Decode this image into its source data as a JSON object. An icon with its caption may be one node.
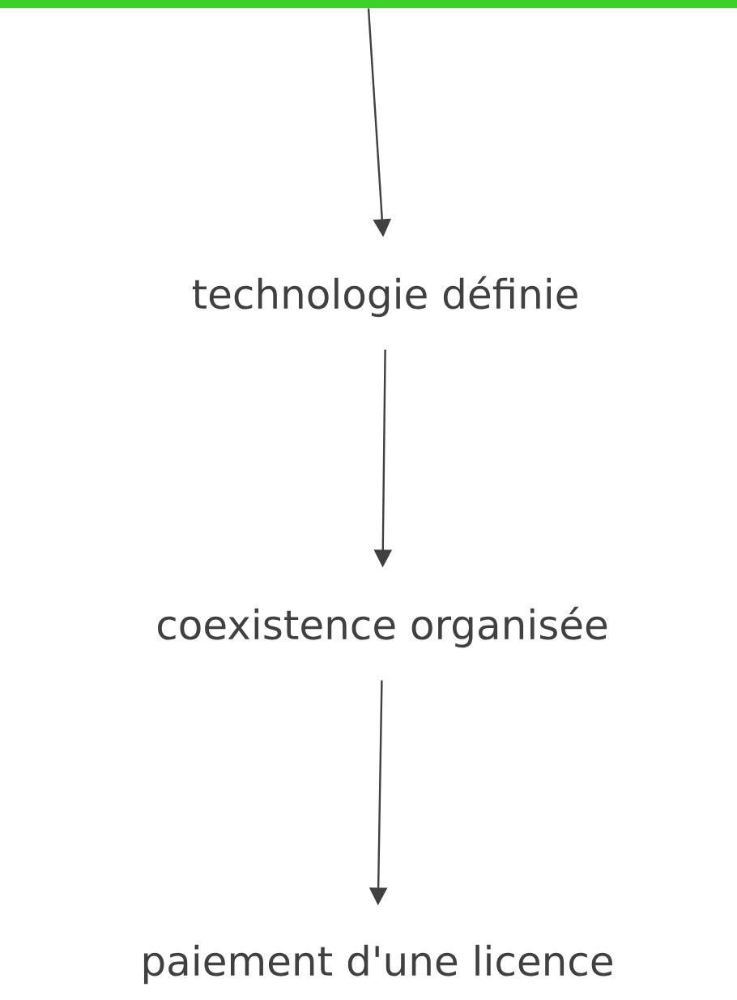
{
  "diagram": {
    "nodes": [
      {
        "text": [],
        "shape": "bar"
      },
      {
        "text": [
          "technologie définie"
        ]
      },
      {
        "text": [
          "coexistence organisée"
        ]
      },
      {
        "text": [
          "paiement d'une licence"
        ]
      }
    ],
    "edges": [
      {
        "from": 0,
        "to": 1,
        "arrow": "to"
      },
      {
        "from": 1,
        "to": 2,
        "arrow": "to"
      },
      {
        "from": 2,
        "to": 3,
        "arrow": "to"
      }
    ]
  }
}
